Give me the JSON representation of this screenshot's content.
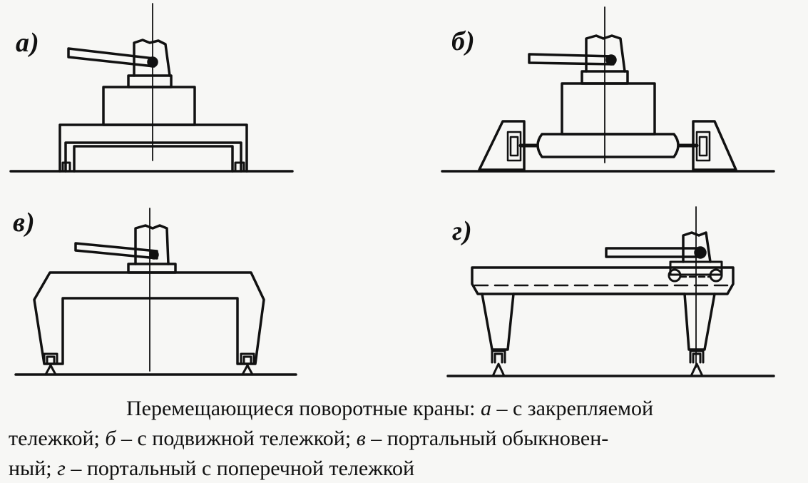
{
  "figure": {
    "panels": [
      {
        "id": "a",
        "label": "а)"
      },
      {
        "id": "b",
        "label": "б)"
      },
      {
        "id": "v",
        "label": "в)"
      },
      {
        "id": "g",
        "label": "г)"
      }
    ]
  },
  "caption": {
    "line1_text": "Перемещающиеся поворотные краны: ",
    "line1_a": "а",
    "line1_a_desc": " – с закрепляемой",
    "line2_text1": "тележкой; ",
    "line2_b": "б",
    "line2_b_desc": " – с подвижной тележкой; ",
    "line2_v": "в",
    "line2_v_desc": " – портальный обыкновен-",
    "line3_text1": "ный; ",
    "line3_g": "г",
    "line3_g_desc": " – портальный с поперечной тележкой"
  },
  "colors": {
    "ink": "#111111",
    "paper": "#f7f7f5"
  }
}
